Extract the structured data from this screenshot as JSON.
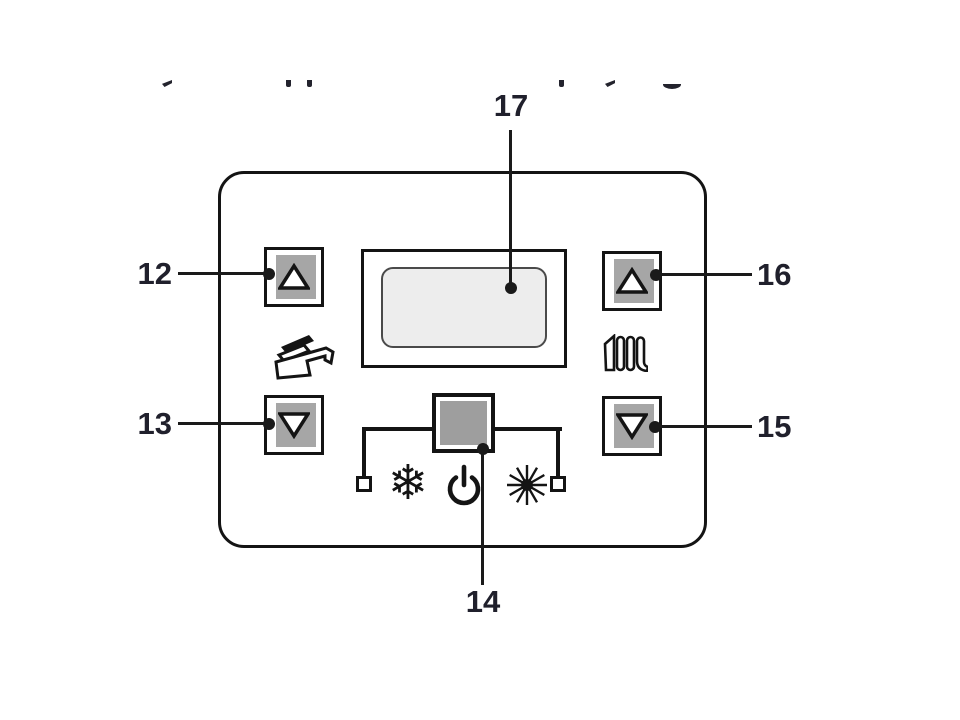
{
  "figure": {
    "description": "boiler control panel diagram with numbered callouts",
    "top_clipped_text": "bottom fragments of a cropped text line"
  },
  "callouts": {
    "c12": {
      "label": "12",
      "target": "dhw-up-button"
    },
    "c13": {
      "label": "13",
      "target": "dhw-down-button"
    },
    "c14": {
      "label": "14",
      "target": "mode-button"
    },
    "c15": {
      "label": "15",
      "target": "heating-down-button"
    },
    "c16": {
      "label": "16",
      "target": "heating-up-button"
    },
    "c17": {
      "label": "17",
      "target": "display-screen"
    }
  },
  "panel": {
    "display": {
      "screen_text": ""
    },
    "icons": {
      "left_column": "tap-icon (domestic hot water)",
      "right_column": "radiator-icon (central heating)",
      "mode_row": [
        "snowflake-icon",
        "power-icon",
        "sun-icon"
      ]
    }
  },
  "glyphs": {
    "snowflake": "❄"
  },
  "colors": {
    "background": "#ffffff",
    "line": "#1a1a1a",
    "label_text": "#20202c",
    "button_gray": "#a6a6a6",
    "center_button_gray": "#9e9e9e",
    "screen_fill": "#ededed",
    "screen_border": "#4a4a4a"
  }
}
